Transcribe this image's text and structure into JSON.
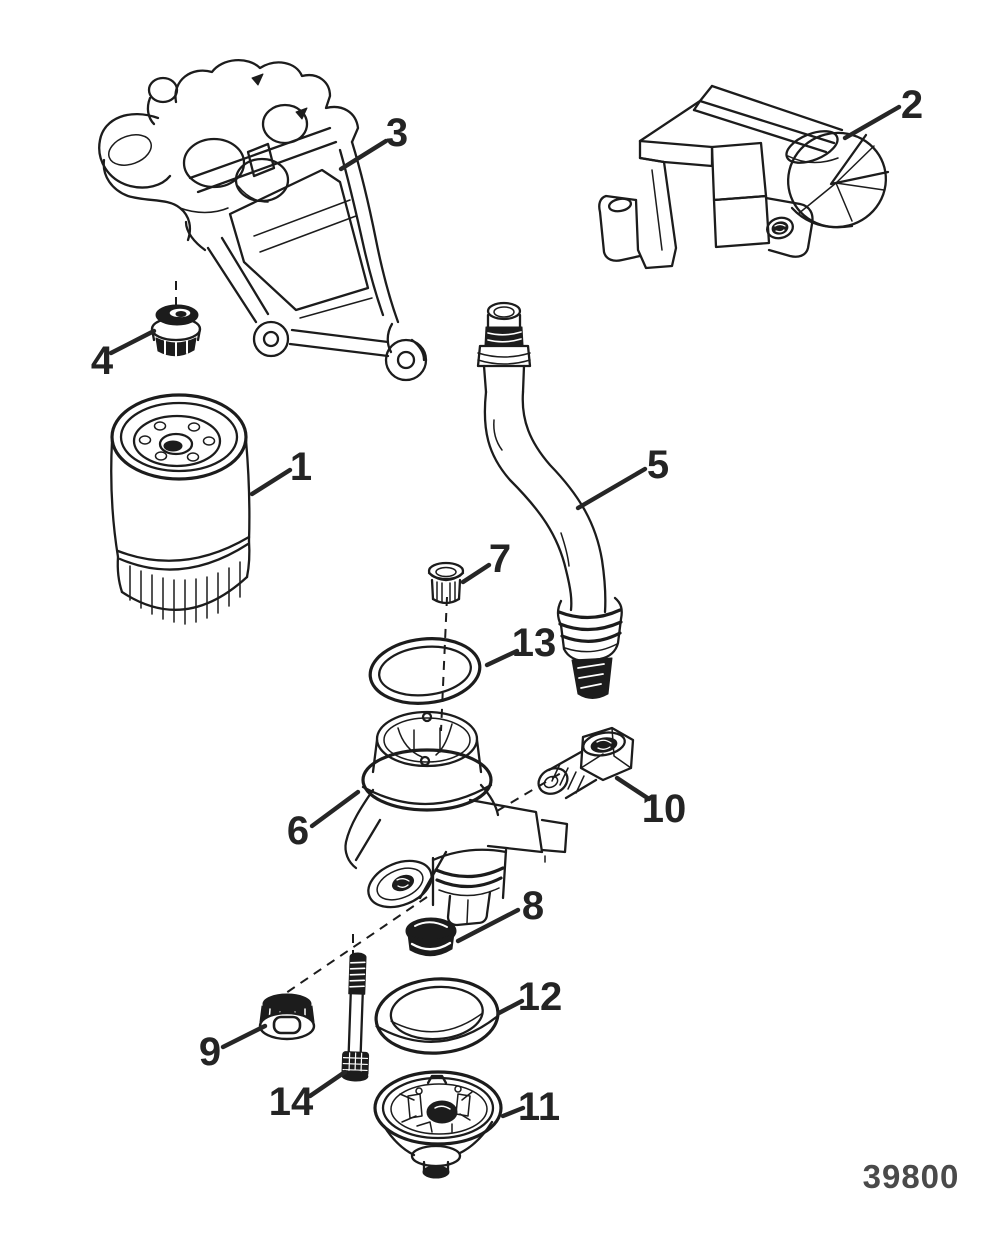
{
  "diagram": {
    "drawing_number": "39800",
    "colors": {
      "background": "#ffffff",
      "ink": "#1c1c1c",
      "callout_text": "#242424",
      "drawing_number_text": "#4a4a4a"
    }
  },
  "callouts": [
    {
      "label": "1",
      "part": "oil-filter"
    },
    {
      "label": "2",
      "part": "filter-mounting-adapter"
    },
    {
      "label": "3",
      "part": "mounting-bracket"
    },
    {
      "label": "4",
      "part": "plug-grommet"
    },
    {
      "label": "5",
      "part": "oil-hose"
    },
    {
      "label": "6",
      "part": "filter-base"
    },
    {
      "label": "7",
      "part": "insert-fitting"
    },
    {
      "label": "8",
      "part": "plug"
    },
    {
      "label": "9",
      "part": "cap"
    },
    {
      "label": "10",
      "part": "elbow-fitting"
    },
    {
      "label": "11",
      "part": "cover-assembly"
    },
    {
      "label": "12",
      "part": "seal-ring"
    },
    {
      "label": "13",
      "part": "o-ring"
    },
    {
      "label": "14",
      "part": "screw"
    }
  ]
}
